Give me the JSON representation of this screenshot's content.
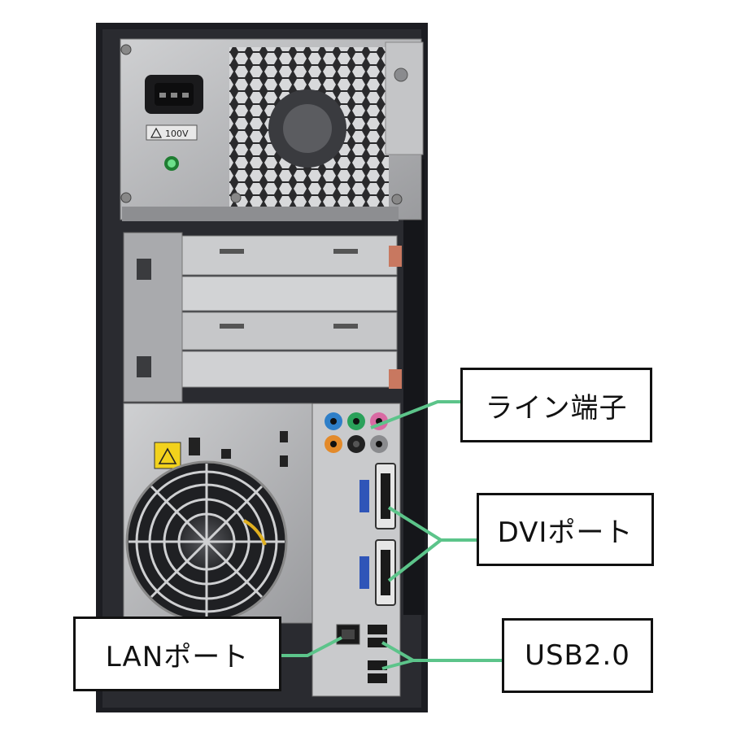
{
  "labels": {
    "line_port": "ライン端子",
    "dvi_port": "DVIポート",
    "lan_port": "LANポート",
    "usb_port": "USB2.0"
  },
  "psu": {
    "voltage_label": "100V"
  },
  "colors": {
    "callout_line": "#5cc48a",
    "chassis": "#1c1d22",
    "panel": "#b7b8ba",
    "audio_blue": "#2f7fc8",
    "audio_green": "#2aa15a",
    "audio_pink": "#d96aa3",
    "audio_orange": "#e38a2a",
    "dvi_label_blue": "#2f55b8"
  }
}
